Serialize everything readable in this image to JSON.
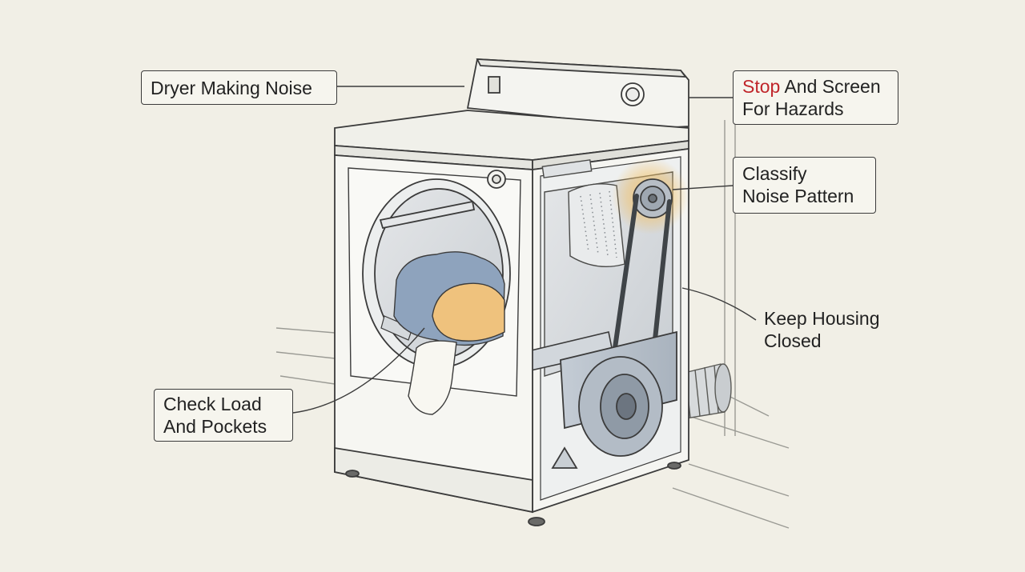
{
  "diagram": {
    "subject": "clothes dryer cutaway with drum, drive belt, motor pulley and exhaust duct",
    "colors": {
      "background": "#f1efe6",
      "ink": "#3b3b3b",
      "accent_text": "#c0262b",
      "laundry_blue": "#8ea3bd",
      "laundry_orange": "#efc27d",
      "highlight_glow": "#f3c063"
    },
    "callouts": {
      "dryer_noise": {
        "text": "Dryer Making Noise"
      },
      "stop": {
        "accent": "Stop",
        "rest": " And Screen",
        "line2": "For Hazards"
      },
      "classify": {
        "line1": "Classify",
        "line2": "Noise Pattern"
      },
      "housing": {
        "line1": "Keep Housing",
        "line2": "Closed"
      },
      "check_load": {
        "line1": "Check Load",
        "line2": "And Pockets"
      }
    }
  }
}
